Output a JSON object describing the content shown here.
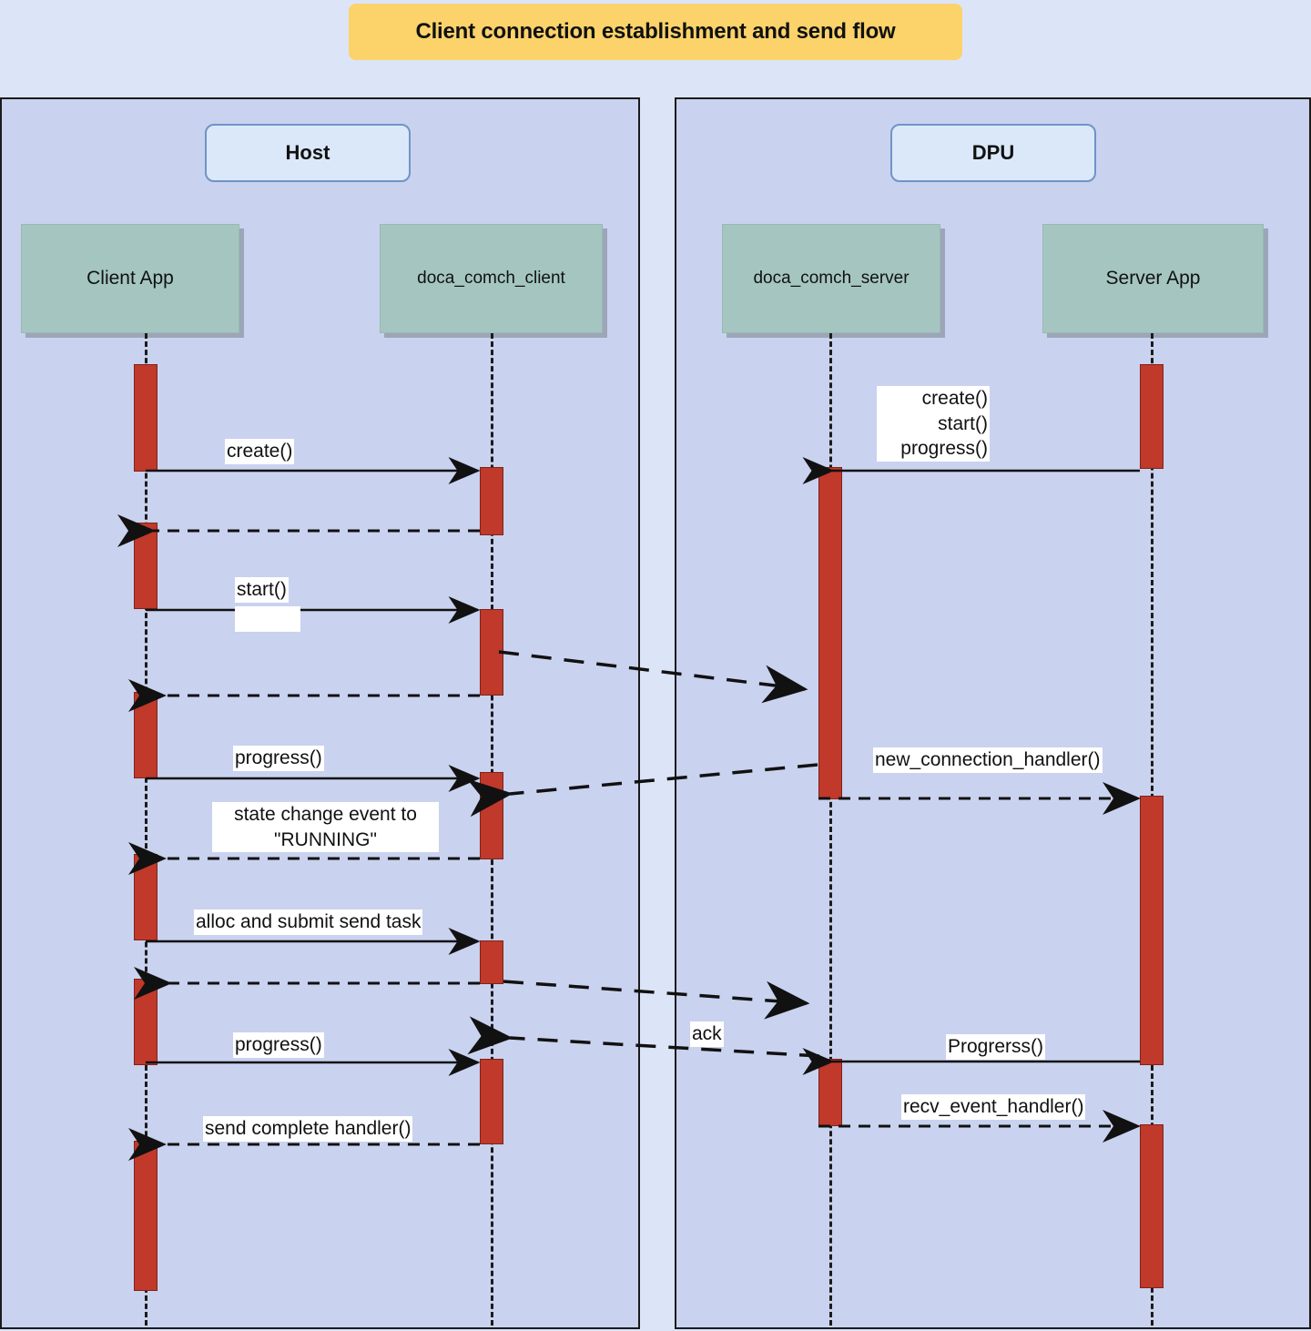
{
  "title": {
    "text": "Client connection establishment and send flow"
  },
  "systems": [
    {
      "name": "Host",
      "label": "Host"
    },
    {
      "name": "DPU",
      "label": "DPU"
    }
  ],
  "participants": [
    {
      "id": "client_app",
      "label": "Client App"
    },
    {
      "id": "doca_comch_client",
      "label": "doca_comch_client"
    },
    {
      "id": "doca_comch_server",
      "label": "doca_comch_server"
    },
    {
      "id": "server_app",
      "label": "Server App"
    }
  ],
  "messages": [
    {
      "id": "m1",
      "label": "create()",
      "from": "client_app",
      "to": "doca_comch_client",
      "style": "solid",
      "direction": "right"
    },
    {
      "id": "m2",
      "label": "create()\nstart()\nprogress()",
      "from": "server_app",
      "to": "doca_comch_server",
      "style": "solid",
      "direction": "left"
    },
    {
      "id": "m3",
      "label": "",
      "from": "doca_comch_client",
      "to": "client_app",
      "style": "dashed",
      "direction": "left"
    },
    {
      "id": "m4",
      "label": "start()",
      "from": "client_app",
      "to": "doca_comch_client",
      "style": "solid",
      "direction": "right"
    },
    {
      "id": "m5",
      "label": "",
      "from": "doca_comch_client",
      "to": "doca_comch_server",
      "style": "dashed",
      "direction": "right"
    },
    {
      "id": "m6",
      "label": "",
      "from": "doca_comch_client",
      "to": "client_app",
      "style": "dashed",
      "direction": "left"
    },
    {
      "id": "m7",
      "label": "progress()",
      "from": "client_app",
      "to": "doca_comch_client",
      "style": "solid",
      "direction": "right"
    },
    {
      "id": "m8",
      "label": "",
      "from": "doca_comch_server",
      "to": "doca_comch_client",
      "style": "dashed",
      "direction": "left"
    },
    {
      "id": "m9",
      "label": "new_connection_handler()",
      "from": "doca_comch_server",
      "to": "server_app",
      "style": "dashed",
      "direction": "right"
    },
    {
      "id": "m10",
      "label": "state change event to\n\"RUNNING\"",
      "from": "doca_comch_client",
      "to": "client_app",
      "style": "dashed",
      "direction": "left"
    },
    {
      "id": "m11",
      "label": "alloc and submit send task",
      "from": "client_app",
      "to": "doca_comch_client",
      "style": "solid",
      "direction": "right"
    },
    {
      "id": "m12",
      "label": "",
      "from": "doca_comch_client",
      "to": "client_app",
      "style": "dashed",
      "direction": "left"
    },
    {
      "id": "m13",
      "label": "",
      "from": "doca_comch_client",
      "to": "doca_comch_server",
      "style": "dashed",
      "direction": "right"
    },
    {
      "id": "m14",
      "label": "ack",
      "from": "doca_comch_server",
      "to": "doca_comch_client",
      "style": "dashed",
      "direction": "left"
    },
    {
      "id": "m15",
      "label": "progress()",
      "from": "client_app",
      "to": "doca_comch_client",
      "style": "solid",
      "direction": "right"
    },
    {
      "id": "m16",
      "label": "Progrerss()",
      "from": "server_app",
      "to": "doca_comch_server",
      "style": "solid",
      "direction": "left"
    },
    {
      "id": "m17",
      "label": "recv_event_handler()",
      "from": "doca_comch_server",
      "to": "server_app",
      "style": "dashed",
      "direction": "right"
    },
    {
      "id": "m18",
      "label": "send complete handler()",
      "from": "doca_comch_client",
      "to": "client_app",
      "style": "dashed",
      "direction": "left"
    }
  ],
  "colors": {
    "page_background": "#dce4f7",
    "frame_background": "#c9d2ef",
    "frame_border": "#1b1b1b",
    "title_banner": "#fbd36a",
    "system_label_fill": "#dbe8f9",
    "system_label_border": "#6f94c8",
    "participant_fill": "#a5c6c0",
    "activation_fill": "#c0392b",
    "activation_border": "#7e2418",
    "line": "#111111",
    "label_background": "#ffffff"
  }
}
